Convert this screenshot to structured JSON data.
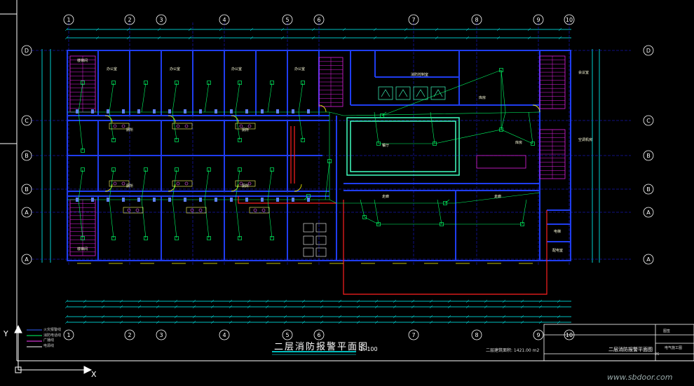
{
  "drawing": {
    "title": "二层消防报警平面图",
    "scale": "1: 100",
    "note": "二层建筑面积: 1421.00 m2",
    "title_block": {
      "name": "二层消防报警平面图",
      "corner_text": "图签",
      "sheet_label": "电气施工图",
      "sheet_no": "26"
    }
  },
  "grid": {
    "top_columns": [
      "1",
      "2",
      "3",
      "4",
      "5",
      "6",
      "7",
      "8",
      "9",
      "10"
    ],
    "bottom_columns": [
      "1",
      "2",
      "3",
      "4",
      "5",
      "6",
      "7",
      "8",
      "9",
      "10"
    ],
    "left_rows": [
      "D",
      "C",
      "B",
      "B",
      "A",
      "A"
    ],
    "right_rows": [
      "D",
      "C",
      "B",
      "B",
      "A",
      "A"
    ]
  },
  "rooms": {
    "r1": "厕所",
    "r2": "报告间",
    "r3": "消防控制室",
    "r4": "餐厅",
    "r5": "库房",
    "r6": "电梯",
    "r7": "楼梯间",
    "r8": "走廊",
    "r9": "空调机房",
    "r10": "会议室",
    "r11": "办公室",
    "r12": "配电室"
  },
  "legend": [
    "火灾报警线",
    "消防电话线",
    "广播线",
    "电源线"
  ],
  "watermark": "www.sbdoor.com",
  "ucs": {
    "x": "X",
    "y": "Y"
  },
  "colors": {
    "wall": "#1f3df0",
    "stair": "#e020e0",
    "door": "#ffff00",
    "wire": "#00ff66",
    "dim": "#00ffff",
    "red": "#ff2020",
    "frame": "#ffffff"
  }
}
